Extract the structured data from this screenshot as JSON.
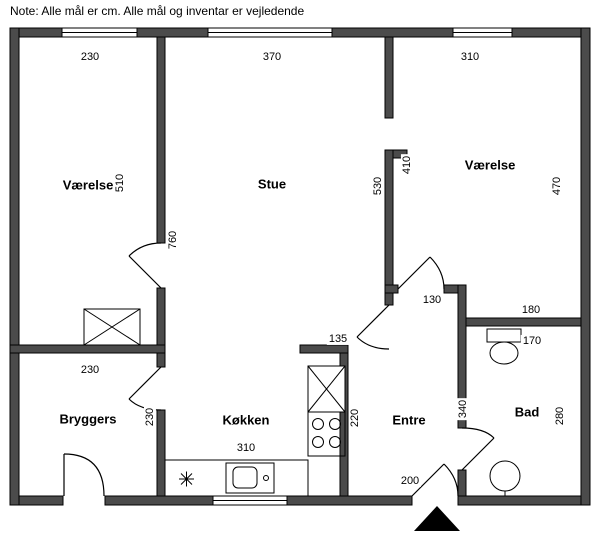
{
  "note": "Note: Alle mål er cm. Alle mål og inventar er vejledende",
  "colors": {
    "wall": "#4b4b4b",
    "line": "#000000",
    "background": "#ffffff"
  },
  "rooms": {
    "vaerelse_left": "Værelse",
    "stue": "Stue",
    "vaerelse_right": "Værelse",
    "bryggers": "Bryggers",
    "koekken": "Køkken",
    "entre": "Entre",
    "bad": "Bad"
  },
  "dims": {
    "d230_top": "230",
    "d370_top": "370",
    "d310_top": "310",
    "d510": "510",
    "d760": "760",
    "d530": "530",
    "d410": "410",
    "d470": "470",
    "d130": "130",
    "d180": "180",
    "d170": "170",
    "d135": "135",
    "d230_bryggers_width": "230",
    "d230_bryggers_depth": "230",
    "d310_koekken": "310",
    "d220": "220",
    "d340": "340",
    "d200": "200",
    "d280": "280"
  },
  "symbols": {
    "wardrobe": "wardrobe-icon",
    "tall_cabinet": "kitchen-tall-cabinet-icon",
    "stove": "stove-icon",
    "kitchen_sink": "kitchen-sink-icon",
    "drain": "drain-icon",
    "toilet": "toilet-icon",
    "wash_basin": "wash-basin-icon",
    "entrance_arrow": "entrance-arrow-icon"
  }
}
